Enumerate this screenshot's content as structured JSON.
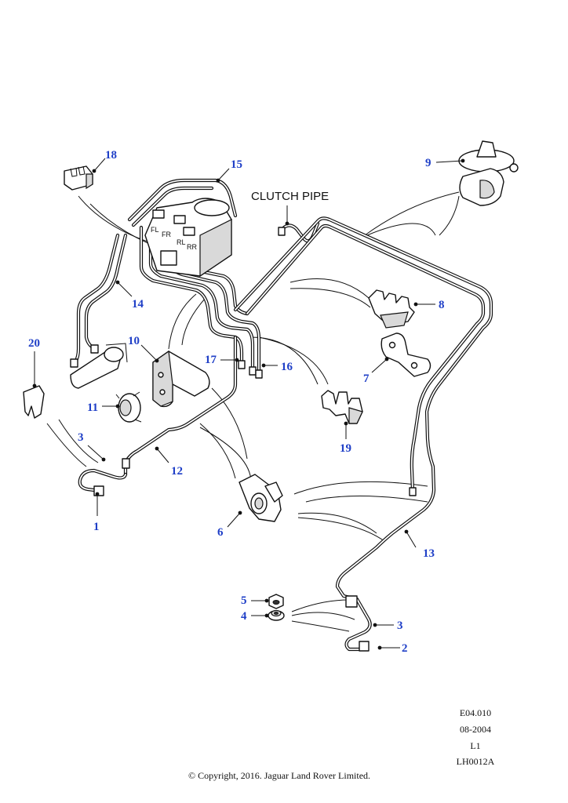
{
  "annotation": "CLUTCH PIPE",
  "abs_tags": [
    "FL",
    "FR",
    "RL",
    "RR"
  ],
  "callouts": {
    "c1": "1",
    "c2": "2",
    "c3a": "3",
    "c3b": "3",
    "c4": "4",
    "c5": "5",
    "c6": "6",
    "c7": "7",
    "c8": "8",
    "c9": "9",
    "c10": "10",
    "c11": "11",
    "c12": "12",
    "c13": "13",
    "c14": "14",
    "c15": "15",
    "c16": "16",
    "c17": "17",
    "c18": "18",
    "c19": "19",
    "c20": "20"
  },
  "meta": {
    "code": "E04.010",
    "date": "08-2004",
    "level": "L1",
    "ref": "LH0012A"
  },
  "copyright": "© Copyright, 2016. Jaguar Land Rover Limited.",
  "colors": {
    "callout": "#1f3fc7",
    "line": "#111111"
  }
}
